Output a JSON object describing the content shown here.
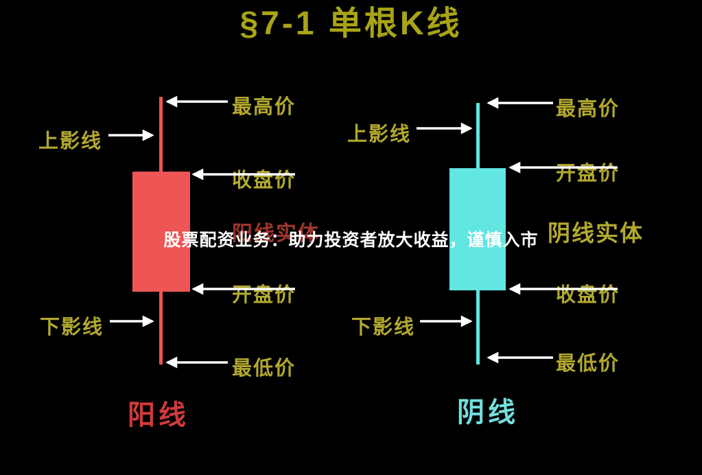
{
  "title": "§7-1 单根K线",
  "overlay": {
    "text": "股票配资业务：助力投资者放大收益，谨慎入市"
  },
  "bullish": {
    "name": "阳线",
    "body_label": "阳线实体",
    "upper_shadow": "上影线",
    "high": "最高价",
    "close": "收盘价",
    "open": "开盘价",
    "lower_shadow": "下影线",
    "low": "最低价"
  },
  "bearish": {
    "name": "阴线",
    "body_label": "阴线实体",
    "upper_shadow": "上影线",
    "high": "最高价",
    "open": "开盘价",
    "close": "收盘价",
    "lower_shadow": "下影线",
    "low": "最低价"
  },
  "colors": {
    "title_color": "#a8a416",
    "label_color": "#b2a92f",
    "bullish": "#ee5555",
    "bearish": "#62e6e2",
    "bullish_text": "#cf3b3b",
    "bearish_text": "#74dede",
    "bullish_body_label": "#9e352c",
    "arrow": "#ffffff",
    "overlay_text": "#ffffff"
  }
}
